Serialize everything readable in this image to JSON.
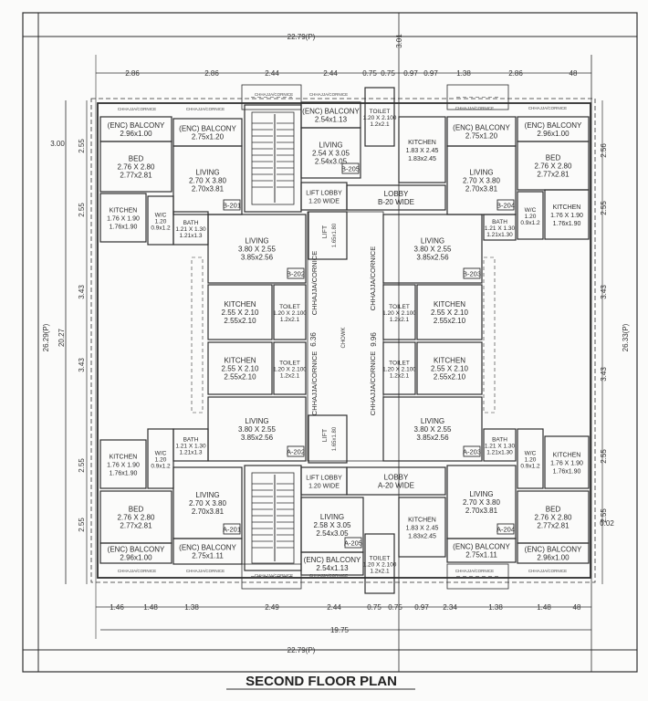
{
  "title": "SECOND FLOOR PLAN",
  "colors": {
    "line": "#2e2e2e",
    "paper": "#fbfbfa"
  },
  "overall_dims": {
    "top": "22.79(P)",
    "bottom": "22.79(P)",
    "bottom_inner": "19.75",
    "left_outer": "26.29(P)",
    "left_inner": "20.27",
    "right_outer": "26.33(P)",
    "top_center": "3.01",
    "left_offset": "3.00",
    "right_offset": "0.02"
  },
  "top_dims": [
    "2.86",
    "2.86",
    "2.44",
    "2.44",
    "0.75",
    "0.75",
    "0.97",
    "0.97",
    "1.38",
    "2.86",
    "48"
  ],
  "bottom_dims": [
    "1.46",
    "1.48",
    "1.38",
    "2.49",
    "2.44",
    "0.75",
    "0.75",
    "0.97",
    "2.34",
    "1.38",
    "1.48",
    "48"
  ],
  "left_dims": [
    "2.55",
    "2.55",
    "3.43",
    "3.43",
    "2.55",
    "2.55"
  ],
  "right_dims": [
    "2.56",
    "2.55",
    "3.43",
    "3.43",
    "2.55",
    "2.55"
  ],
  "rooms": [
    {
      "name": "(ENC) BALCONY",
      "size": "2.96x1.00"
    },
    {
      "name": "BED",
      "size": "2.76 X 2.80",
      "area": "2.77x2.81"
    },
    {
      "name": "(ENC) BALCONY",
      "size": "2.75x1.20"
    },
    {
      "name": "LIVING",
      "size": "2.70 X 3.80",
      "area": "2.70x3.81",
      "tag": "B-201"
    },
    {
      "name": "KITCHEN",
      "size": "1.76 X 1.90",
      "area": "1.76x1.90"
    },
    {
      "name": "W/C",
      "size": "1.20",
      "area": "0.9x1.2"
    },
    {
      "name": "BATH",
      "size": "1.21 X 1.30",
      "area": "1.21x1.3"
    },
    {
      "name": "(ENC) BALCONY",
      "size": "2.54x1.13"
    },
    {
      "name": "LIVING",
      "size": "2.54 X 3.05",
      "area": "2.54x3.05",
      "tag": "B-205"
    },
    {
      "name": "TOILET",
      "size": "1.20 X 2.100",
      "area": "1.2x2.1"
    },
    {
      "name": "KITCHEN",
      "size": "1.83 X 2.45",
      "area": "1.83x2.45"
    },
    {
      "name": "LIFT LOBBY",
      "size": "1.20 WIDE"
    },
    {
      "name": "LOBBY",
      "size": "B-20 WIDE"
    },
    {
      "name": "(ENC) BALCONY",
      "size": "2.75x1.20"
    },
    {
      "name": "LIVING",
      "size": "2.70 X 3.80",
      "area": "2.70x3.81",
      "tag": "B-204"
    },
    {
      "name": "(ENC) BALCONY",
      "size": "2.96x1.00"
    },
    {
      "name": "BED",
      "size": "2.76 X 2.80",
      "area": "2.77x2.81"
    },
    {
      "name": "KITCHEN",
      "size": "1.76 X 1.90",
      "area": "1.76x1.90"
    },
    {
      "name": "W/C",
      "size": "1.20",
      "area": "0.9x1.2"
    },
    {
      "name": "BATH",
      "size": "1.21 X 1.30",
      "area": "1.21x1.30"
    },
    {
      "name": "LIVING",
      "size": "3.80 X 2.55",
      "area": "3.85x2.56",
      "tag": "B-202"
    },
    {
      "name": "KITCHEN",
      "size": "2.55 X 2.10",
      "area": "2.55x2.10"
    },
    {
      "name": "TOILET",
      "size": "1.20 X 2.100",
      "area": "1.2x2.1"
    },
    {
      "name": "KITCHEN",
      "size": "2.55 X 2.10",
      "area": "2.55x2.10"
    },
    {
      "name": "TOILET",
      "size": "1.20 X 2.100",
      "area": "1.2x2.1"
    },
    {
      "name": "LIVING",
      "size": "3.80 X 2.55",
      "area": "3.85x2.56",
      "tag": "A-202"
    },
    {
      "name": "LIVING",
      "size": "3.80 X 2.55",
      "area": "3.85x2.56",
      "tag": "B-203"
    },
    {
      "name": "TOILET",
      "size": "1.20 X 2.100",
      "area": "1.2x2.1"
    },
    {
      "name": "KITCHEN",
      "size": "2.55 X 2.10",
      "area": "2.55x2.10"
    },
    {
      "name": "TOILET",
      "size": "1.20 X 2.100",
      "area": "1.2x2.1"
    },
    {
      "name": "KITCHEN",
      "size": "2.55 X 2.10",
      "area": "2.55x2.10"
    },
    {
      "name": "LIVING",
      "size": "3.80 X 2.55",
      "area": "3.85x2.56",
      "tag": "A-203"
    },
    {
      "name": "KITCHEN",
      "size": "1.76 X 1.90",
      "area": "1.76x1.90"
    },
    {
      "name": "W/C",
      "size": "1.20",
      "area": "0.9x1.2"
    },
    {
      "name": "BATH",
      "size": "1.21 X 1.30",
      "area": "1.21x1.3"
    },
    {
      "name": "BED",
      "size": "2.76 X 2.80",
      "area": "2.77x2.81"
    },
    {
      "name": "(ENC) BALCONY",
      "size": "2.96x1.00"
    },
    {
      "name": "LIVING",
      "size": "2.70 X 3.80",
      "area": "2.70x3.81",
      "tag": "A-201"
    },
    {
      "name": "(ENC) BALCONY",
      "size": "2.75x1.11"
    },
    {
      "name": "LIFT LOBBY",
      "size": "1.20 WIDE"
    },
    {
      "name": "LOBBY",
      "size": "A-20 WIDE"
    },
    {
      "name": "LIVING",
      "size": "2.58 X 3.05",
      "area": "2.54x3.05",
      "tag": "A-205"
    },
    {
      "name": "(ENC) BALCONY",
      "size": "2.54x1.13"
    },
    {
      "name": "TOILET",
      "size": "1.20 X 2.100",
      "area": "1.2x2.1"
    },
    {
      "name": "KITCHEN",
      "size": "1.83 X 2.45",
      "area": "1.83x2.45"
    },
    {
      "name": "LIVING",
      "size": "2.70 X 3.80",
      "area": "2.70x3.81",
      "tag": "A-204"
    },
    {
      "name": "(ENC) BALCONY",
      "size": "2.75x1.11"
    },
    {
      "name": "BED",
      "size": "2.76 X 2.80",
      "area": "2.77x2.81"
    },
    {
      "name": "(ENC) BALCONY",
      "size": "2.96x1.00"
    },
    {
      "name": "KITCHEN",
      "size": "1.76 X 1.90",
      "area": "1.76x1.90"
    },
    {
      "name": "W/C",
      "size": "1.20",
      "area": "0.9x1.2"
    },
    {
      "name": "BATH",
      "size": "1.21 X 1.30",
      "area": "1.21x1.30"
    }
  ],
  "lifts": [
    {
      "name": "LIFT",
      "size": "1.65x1.80"
    },
    {
      "name": "LIFT",
      "size": "1.65x1.80"
    }
  ],
  "chowk": {
    "label": "CHOWK",
    "dim_left": "6.36",
    "dim_right": "9.96"
  },
  "chhajja_label": "CHHAJJA/CORNICE"
}
